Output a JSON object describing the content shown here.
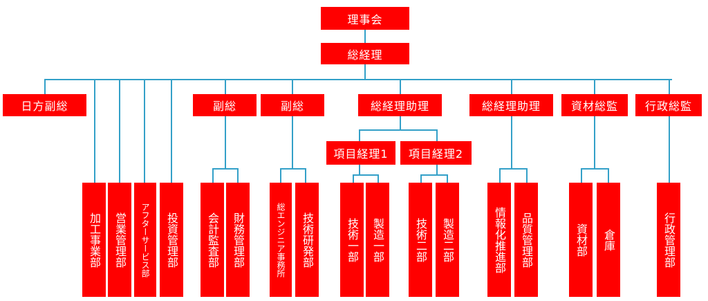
{
  "chart": {
    "board": "理事会",
    "gm": "総経理",
    "level1": {
      "japan_vp": "日方副総",
      "vp_a": "副総",
      "vp_b": "副総",
      "asst_gm_a": "総経理助理",
      "asst_gm_b": "総経理助理",
      "materials_director": "資材総監",
      "admin_director": "行政総監"
    },
    "level2": {
      "pm1": "項目経理1",
      "pm2": "項目経理2"
    },
    "departments": {
      "processing": "加工事業部",
      "sales_mgmt": "営業管理部",
      "after_service": "アフターサービス部",
      "investment_mgmt": "投資管理部",
      "audit": "会計監査部",
      "finance_mgmt": "財務管理部",
      "chief_engineer_office": "総エンジニア事務所",
      "rnd": "技術研発部",
      "tech1": "技術一部",
      "mfg1": "製造一部",
      "tech2": "技術二部",
      "mfg2": "製造二部",
      "it_promotion": "情報化推進部",
      "quality_mgmt": "品質管理部",
      "materials": "資材部",
      "warehouse": "倉庫",
      "admin_mgmt": "行政管理部"
    },
    "colors": {
      "box": "#ff0000",
      "text": "#ffffff",
      "line": "#33a0c8"
    }
  }
}
